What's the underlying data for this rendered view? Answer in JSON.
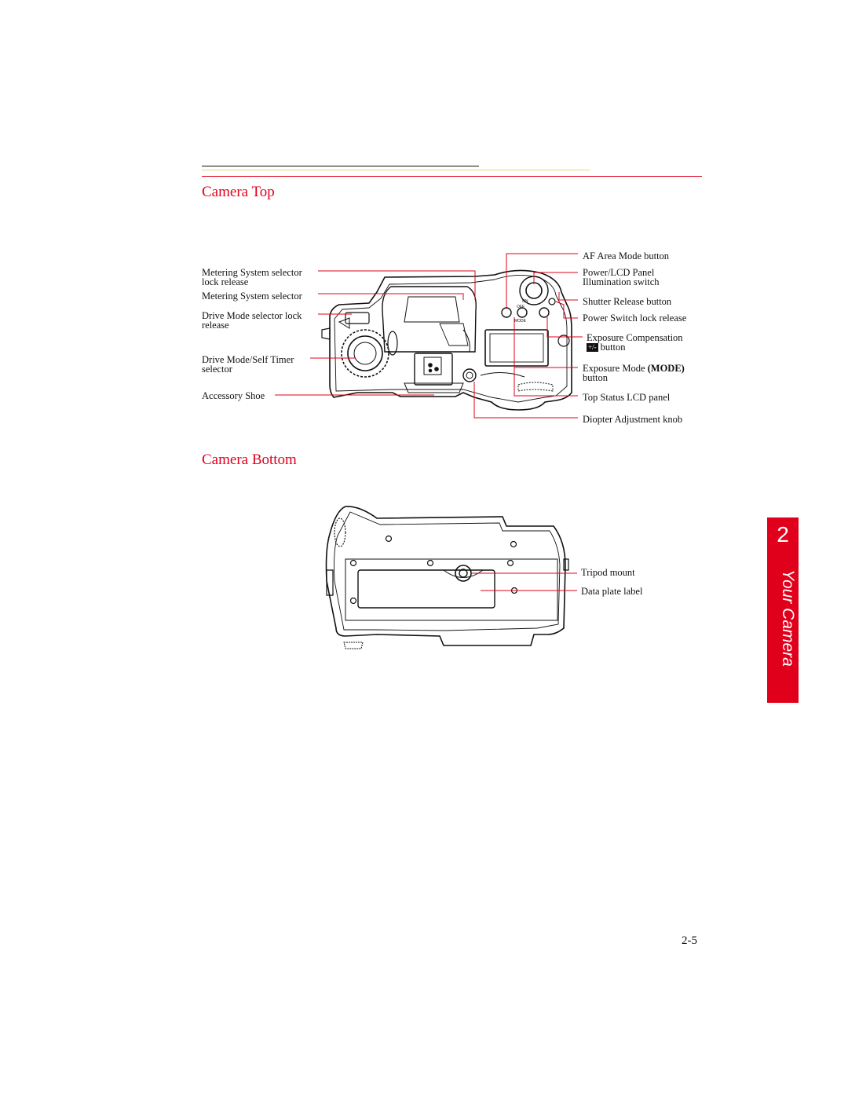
{
  "page": {
    "section_top_title": "Camera Top",
    "section_bottom_title": "Camera Bottom",
    "page_number": "2-5",
    "chapter_tab": {
      "number": "2",
      "title": "Your Camera"
    }
  },
  "top_labels_left": {
    "metering_lock": [
      "Metering System selector",
      "lock release"
    ],
    "metering_selector": "Metering System selector",
    "drive_lock": [
      "Drive Mode selector lock",
      "release"
    ],
    "drive_selector": [
      "Drive Mode/Self Timer",
      "selector"
    ],
    "accessory_shoe": "Accessory Shoe"
  },
  "top_labels_right": {
    "af_area": "AF Area Mode button",
    "power_lcd": [
      "Power/LCD Panel",
      "Illumination switch"
    ],
    "shutter": "Shutter Release button",
    "power_lock": "Power Switch lock release",
    "exp_comp": "Exposure Compensation",
    "exp_comp_symbol": "+/-",
    "exp_comp_line2": "button",
    "exp_mode_prefix": "Exposure Mode ",
    "exp_mode_bold": "(MODE)",
    "exp_mode_line2": "button",
    "top_lcd": "Top Status LCD panel",
    "diopter": "Diopter Adjustment knob"
  },
  "bottom_labels": {
    "tripod": "Tripod mount",
    "data_plate": "Data plate label"
  },
  "camera_top_markings": {
    "off": "OFF",
    "on": "ON",
    "mode": "MODE"
  },
  "colors": {
    "accent": "#e0001b",
    "leader": "#e0001b",
    "rule_yellow": "#e8d37a"
  }
}
